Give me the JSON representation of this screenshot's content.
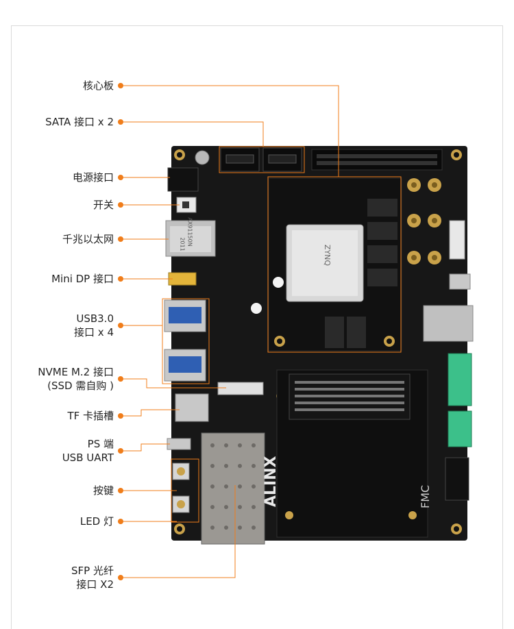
{
  "labels": {
    "core_board": "核心板",
    "sata": "SATA 接口 x 2",
    "power": "电源接口",
    "switch": "开关",
    "ethernet": "千兆以太网",
    "minidp": "Mini DP 接口",
    "usb30_line1": "USB3.0",
    "usb30_line2": "接口 x 4",
    "nvme_line1": "NVME M.2 接口",
    "nvme_line2": "(SSD 需自购 )",
    "tf": "TF 卡插槽",
    "ps_line1": "PS 端",
    "ps_line2": "USB UART",
    "button": "按键",
    "led": "LED 灯",
    "sfp_line1": "SFP 光纤",
    "sfp_line2": "接口 X2"
  },
  "board": {
    "brand": "ALINX",
    "fmc": "FMC",
    "chip_text": "ZYNQ",
    "magjack_text_1": "AX91150N",
    "magjack_text_2": "2011"
  },
  "colors": {
    "accent": "#f07d1a",
    "pcb": "#171717",
    "gold": "#c9a24a",
    "terminal": "#3cc08a"
  }
}
